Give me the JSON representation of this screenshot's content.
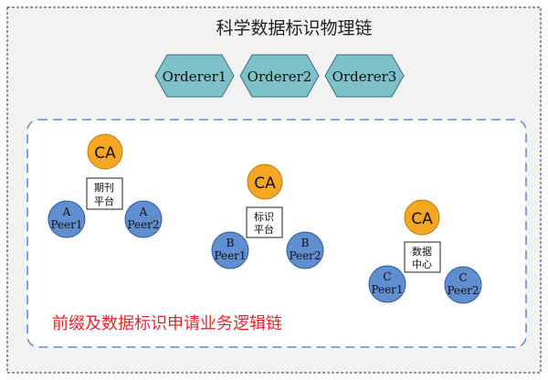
{
  "chain_title": "科学数据标识物理链",
  "orderers": [
    "Orderer1",
    "Orderer2",
    "Orderer3"
  ],
  "orgs": [
    {
      "ca": "CA",
      "label_line1": "期刊",
      "label_line2": "平台",
      "peer1_line1": "A",
      "peer1_line2": "Peer1",
      "peer2_line1": "A",
      "peer2_line2": "Peer2"
    },
    {
      "ca": "CA",
      "label_line1": "标识",
      "label_line2": "平台",
      "peer1_line1": "B",
      "peer1_line2": "Peer1",
      "peer2_line1": "B",
      "peer2_line2": "Peer2"
    },
    {
      "ca": "CA",
      "label_line1": "数据",
      "label_line2": "中心",
      "peer1_line1": "C",
      "peer1_line2": "Peer1",
      "peer2_line1": "C",
      "peer2_line2": "Peer2"
    }
  ],
  "logic_chain_label": "前缀及数据标识申请业务逻辑链",
  "colors": {
    "outer_bg": "#f2f2f2",
    "orderer_fill": "#7fc1c9",
    "ca_fill": "#f5a623",
    "peer_fill": "#5f8fd0",
    "logic_border": "#5b8bd8",
    "logic_text": "#e8262b"
  }
}
